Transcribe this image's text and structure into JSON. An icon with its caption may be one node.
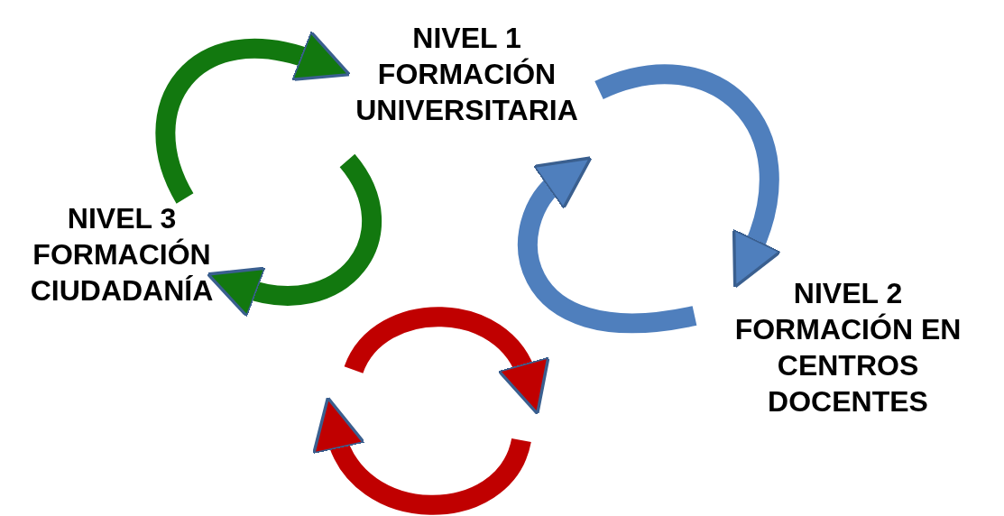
{
  "diagram": {
    "nodes": [
      {
        "text": [
          "NIVEL 1",
          "FORMACIÓN UNIVERSITARIA"
        ]
      },
      {
        "text": [
          "NIVEL 2",
          "FORMACIÓN EN CENTROS DOCENTES"
        ]
      },
      {
        "text": [
          "NIVEL 3",
          "FORMACIÓN CIUDADANÍA"
        ]
      }
    ],
    "edges": [
      {
        "from": 2,
        "to": 0,
        "arrow": "to",
        "color": "#12780f"
      },
      {
        "from": 0,
        "to": 2,
        "arrow": "to",
        "color": "#12780f"
      },
      {
        "from": 0,
        "to": 1,
        "arrow": "to",
        "color": "#4f7fbd"
      },
      {
        "from": 1,
        "to": 0,
        "arrow": "to",
        "color": "#4f7fbd"
      }
    ]
  }
}
